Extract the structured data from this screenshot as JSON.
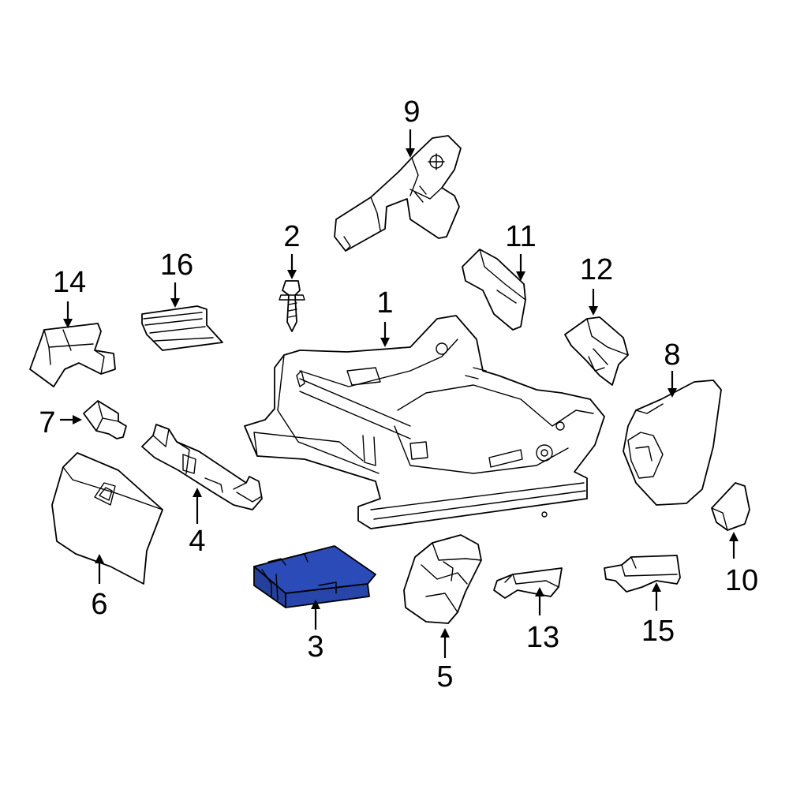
{
  "highlight_color": "#2b4bb8",
  "callouts": {
    "1": "1",
    "2": "2",
    "3": "3",
    "4": "4",
    "5": "5",
    "6": "6",
    "7": "7",
    "8": "8",
    "9": "9",
    "10": "10",
    "11": "11",
    "12": "12",
    "13": "13",
    "14": "14",
    "15": "15",
    "16": "16"
  }
}
